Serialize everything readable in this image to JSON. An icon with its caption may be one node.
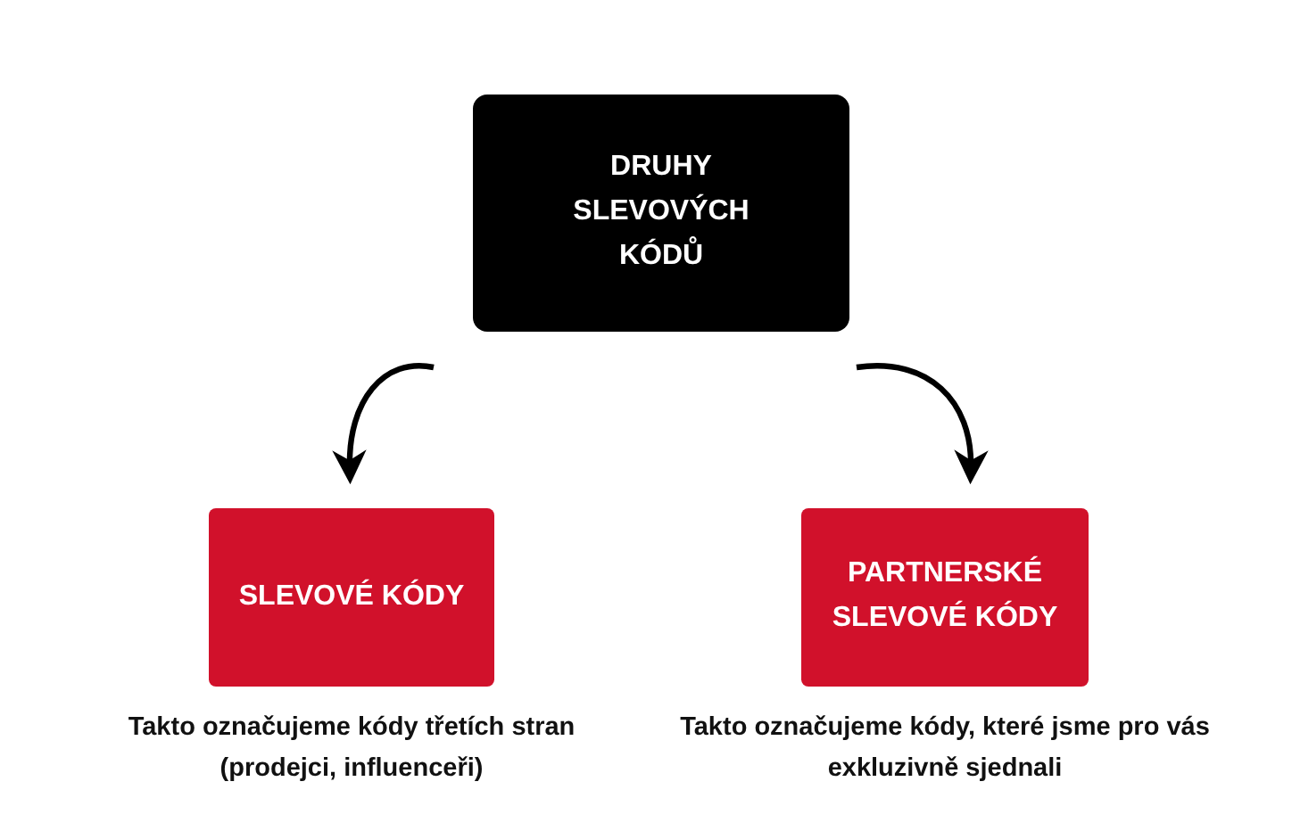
{
  "diagram": {
    "nodes": [
      {
        "text": [
          "DRUHY SLEVOVÝCH KÓDŮ"
        ]
      },
      {
        "text": [
          "SLEVOVÉ KÓDY"
        ],
        "beside": [
          "Takto označujeme kódy třetích stran (prodejci, influenceři)"
        ]
      },
      {
        "text": [
          "PARTNERSKÉ SLEVOVÉ KÓDY"
        ],
        "beside": [
          "Takto označujeme kódy, které jsme pro vás exkluzivně sjednali"
        ]
      }
    ],
    "edges": [
      {
        "from": 0,
        "to": 1,
        "arrow": "to"
      },
      {
        "from": 0,
        "to": 2,
        "arrow": "to"
      }
    ]
  }
}
